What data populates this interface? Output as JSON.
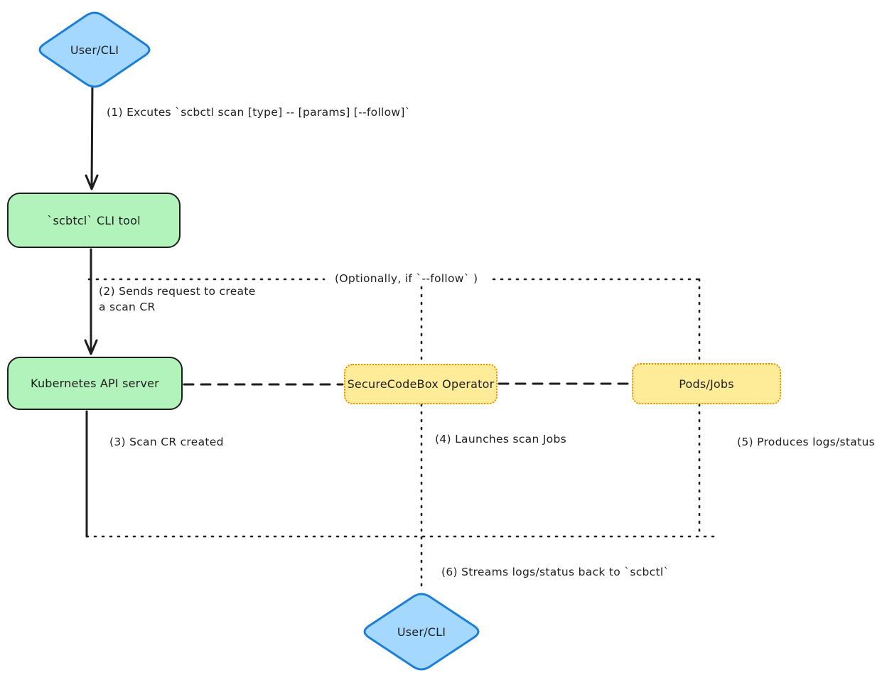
{
  "diagram": {
    "nodes": {
      "user_cli_top": {
        "label": "User/CLI"
      },
      "scbtcl_cli_tool": {
        "label": "`scbtcl` CLI tool"
      },
      "kubernetes_api_server": {
        "label": "Kubernetes API server"
      },
      "securecodebox_operator": {
        "label": "SecureCodeBox Operator"
      },
      "pods_jobs": {
        "label": "Pods/Jobs"
      },
      "user_cli_bottom": {
        "label": "User/CLI"
      }
    },
    "labels": {
      "step1": "(1) Excutes `scbctl scan [type] -- [params] [--follow]`",
      "step2": "(2) Sends request to create\na scan CR",
      "optional": "(Optionally, if `--follow` )",
      "step3": "(3) Scan CR created",
      "step4": "(4) Launches scan Jobs",
      "step5": "(5) Produces logs/status",
      "step6": "(6) Streams logs/status back to `scbctl`"
    },
    "colors": {
      "diamond_fill": "#a5d8ff",
      "diamond_border": "#1c7ed6",
      "green_fill": "#b2f2bb",
      "green_border": "#1e1e1e",
      "yellow_fill": "#ffec99",
      "yellow_border": "#f08c00",
      "line": "#1e1e1e",
      "text": "#1e1e1e",
      "background": "#ffffff"
    }
  }
}
